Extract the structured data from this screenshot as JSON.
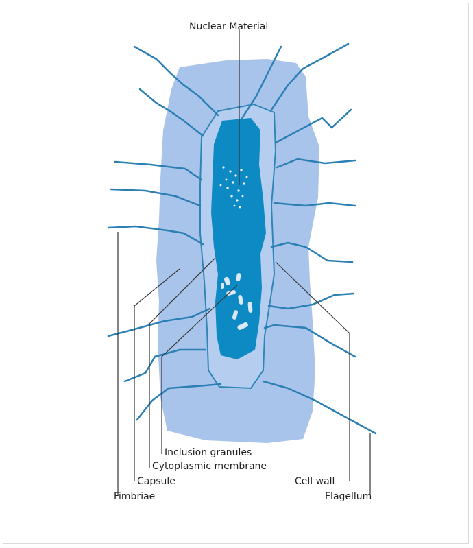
{
  "diagram": {
    "labels": {
      "nuclear_material": "Nuclear Material",
      "inclusion_granules": "Inclusion granules",
      "cytoplasmic_membrane": "Cytoplasmic membrane",
      "capsule": "Capsule",
      "cell_wall": "Cell wall",
      "fimbriae": "Fimbriae",
      "flagellum": "Flagellum"
    },
    "colors": {
      "capsule_fill": "#a9c4ea",
      "wall_fill": "#b5cdee",
      "cytoplasm_fill": "#0d8ac3",
      "outline": "#2f86b6",
      "flagella": "#2a7fb5",
      "leader_line": "#333333"
    }
  }
}
